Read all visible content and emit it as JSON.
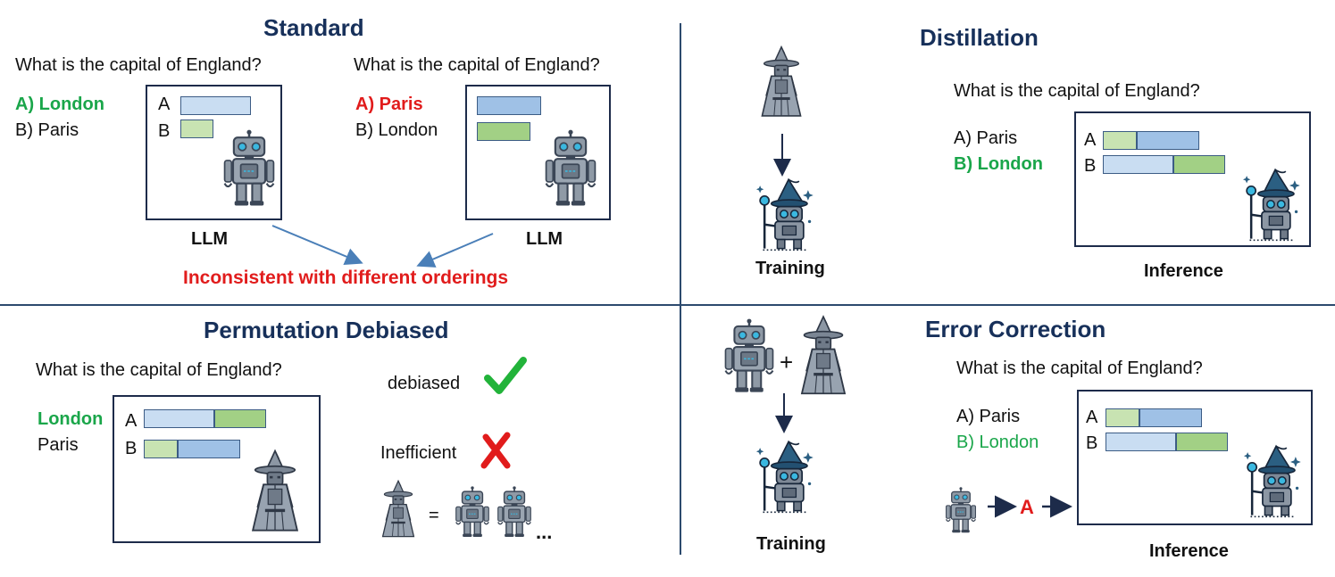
{
  "question": "What is the capital of England?",
  "llm_label": "LLM",
  "training_label": "Training",
  "inference_label": "Inference",
  "standard": {
    "title": "Standard",
    "left": {
      "opt_a": "A)  London",
      "opt_b": "B)  Paris"
    },
    "right": {
      "opt_a": "A)  Paris",
      "opt_b": "B)  London"
    },
    "conclusion": "Inconsistent with different orderings"
  },
  "distillation": {
    "title": "Distillation",
    "opt_a": "A)  Paris",
    "opt_b": "B)  London"
  },
  "permutation": {
    "title": "Permutation Debiased",
    "opt_1": "London",
    "opt_2": "Paris",
    "debiased": "debiased",
    "inefficient": "Inefficient",
    "equals": "=",
    "ellipsis": "..."
  },
  "error_correction": {
    "title": "Error Correction",
    "plus": "+",
    "opt_a": "A)  Paris",
    "opt_b": "B)  London",
    "arrow_letter": "A"
  },
  "bar_letters": {
    "a": "A",
    "b": "B"
  },
  "colors": {
    "title": "#17305a",
    "correct": "#1aa64a",
    "wrong": "#e11c1c",
    "bar_blue": "#9fc1e6",
    "bar_green": "#a2d085",
    "divider": "#2c4a6e",
    "arrow": "#4a7fb8"
  },
  "icons": [
    "robot-icon",
    "wizard-icon",
    "wizard-robot-icon",
    "checkmark-icon",
    "cross-icon"
  ]
}
